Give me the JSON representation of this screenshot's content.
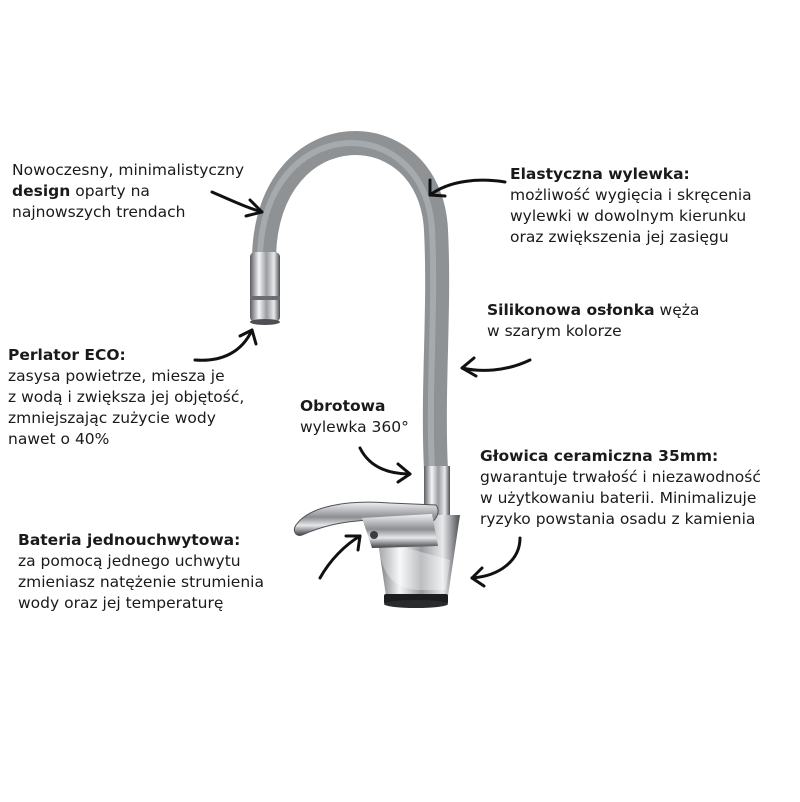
{
  "labels": {
    "design": {
      "line1": "Nowoczesny, minimalistyczny",
      "line2_bold": "design",
      "line2_rest": " oparty na",
      "line3": "najnowszych trendach"
    },
    "elastic": {
      "title": "Elastyczna wylewka:",
      "line1": "możliwość wygięcia i skręcenia",
      "line2": "wylewki w dowolnym kierunku",
      "line3": "oraz zwiększenia jej zasięgu"
    },
    "silicone": {
      "title_bold": "Silikonowa osłonka",
      "title_rest": " węża",
      "line2": "w szarym kolorze"
    },
    "perlator": {
      "title": "Perlator ECO:",
      "line1": "zasysa powietrze, miesza je",
      "line2": "z wodą i zwiększa jej objętość,",
      "line3": "zmniejszając zużycie wody",
      "line4": "nawet o 40%"
    },
    "rotary": {
      "title": "Obrotowa",
      "line2": "wylewka 360°"
    },
    "ceramic": {
      "title": "Głowica ceramiczna 35mm:",
      "line1": "gwarantuje trwałość i niezawodność",
      "line2": "w użytkowaniu baterii. Minimalizuje",
      "line3": "ryzyko powstania osadu z kamienia"
    },
    "single_lever": {
      "title": "Bateria jednouchwytowa:",
      "line1": "za pomocą jednego uchwytu",
      "line2": "zmieniasz natężenie strumienia",
      "line3": "wody oraz jej temperaturę"
    }
  },
  "colors": {
    "hose": "#8f9295",
    "chrome_dark": "#3a3c40",
    "chrome_light": "#f2f3f5",
    "text": "#1a1a1a"
  }
}
